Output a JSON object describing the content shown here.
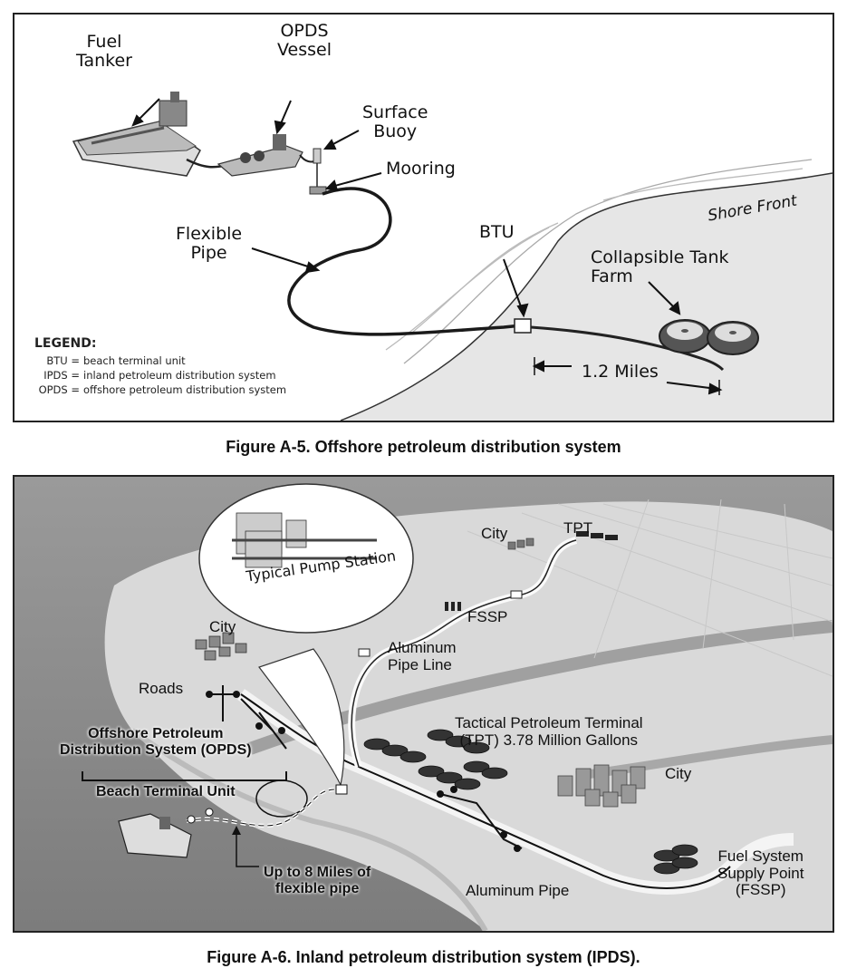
{
  "figure_a5": {
    "labels": {
      "fuel_tanker": [
        "Fuel",
        "Tanker"
      ],
      "opds_vessel": [
        "OPDS",
        "Vessel"
      ],
      "surface_buoy": [
        "Surface",
        "Buoy"
      ],
      "mooring": "Mooring",
      "flexible_pipe": [
        "Flexible",
        "Pipe"
      ],
      "btu": "BTU",
      "shore_front": "Shore Front",
      "tank_farm": [
        "Collapsible Tank",
        "Farm"
      ],
      "distance": "1.2 Miles"
    },
    "legend": {
      "title": "LEGEND:",
      "items": [
        {
          "abbr": "BTU =",
          "text": "beach terminal unit"
        },
        {
          "abbr": "IPDS =",
          "text": "inland petroleum distribution system"
        },
        {
          "abbr": "OPDS =",
          "text": "offshore petroleum distribution system"
        }
      ]
    },
    "caption": "Figure A-5. Offshore petroleum distribution system"
  },
  "figure_a6": {
    "labels": {
      "pump_station": "Typical Pump Station",
      "city_top": "City",
      "tpt_top": "TPT",
      "fssp_mid": "FSSP",
      "city_left": "City",
      "aluminum_pipe_line": [
        "Aluminum",
        "Pipe Line"
      ],
      "roads": "Roads",
      "opds": [
        "Offshore Petroleum",
        "Distribution System (OPDS)"
      ],
      "tpt_terminal": [
        "Tactical Petroleum Terminal",
        "(TPT) 3.78 Million Gallons"
      ],
      "city_right": "City",
      "beach_terminal_unit": "Beach Terminal Unit",
      "flexible_pipe": [
        "Up to 8 Miles of",
        "flexible pipe"
      ],
      "aluminum_pipe": "Aluminum Pipe",
      "fssp_full": [
        "Fuel System",
        "Supply Point",
        "(FSSP)"
      ]
    },
    "caption": "Figure A-6. Inland petroleum distribution system (IPDS)."
  }
}
